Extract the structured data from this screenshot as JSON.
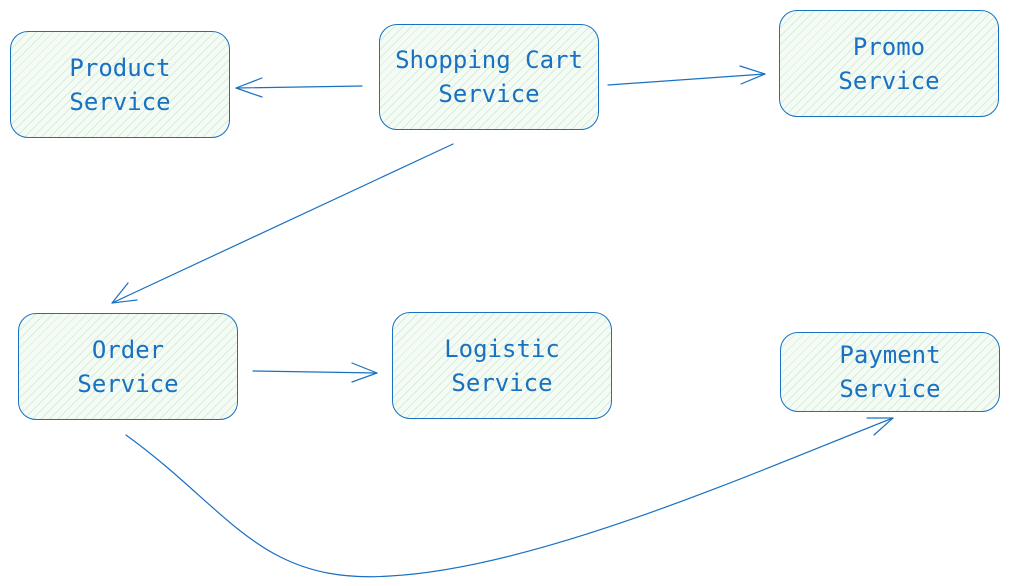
{
  "diagram": {
    "nodes": [
      {
        "id": "product",
        "label": "Product\nService"
      },
      {
        "id": "cart",
        "label": "Shopping Cart\nService"
      },
      {
        "id": "promo",
        "label": "Promo\nService"
      },
      {
        "id": "order",
        "label": "Order\nService"
      },
      {
        "id": "logistic",
        "label": "Logistic\nService"
      },
      {
        "id": "payment",
        "label": "Payment\nService"
      }
    ],
    "edges": [
      {
        "from": "cart",
        "to": "product"
      },
      {
        "from": "cart",
        "to": "promo"
      },
      {
        "from": "cart",
        "to": "order"
      },
      {
        "from": "order",
        "to": "logistic"
      },
      {
        "from": "order",
        "to": "payment"
      }
    ],
    "colors": {
      "stroke": "#1971c2",
      "text": "#1971c2",
      "fill": "#f3fbf4",
      "hatch": "#2f9e44"
    }
  }
}
